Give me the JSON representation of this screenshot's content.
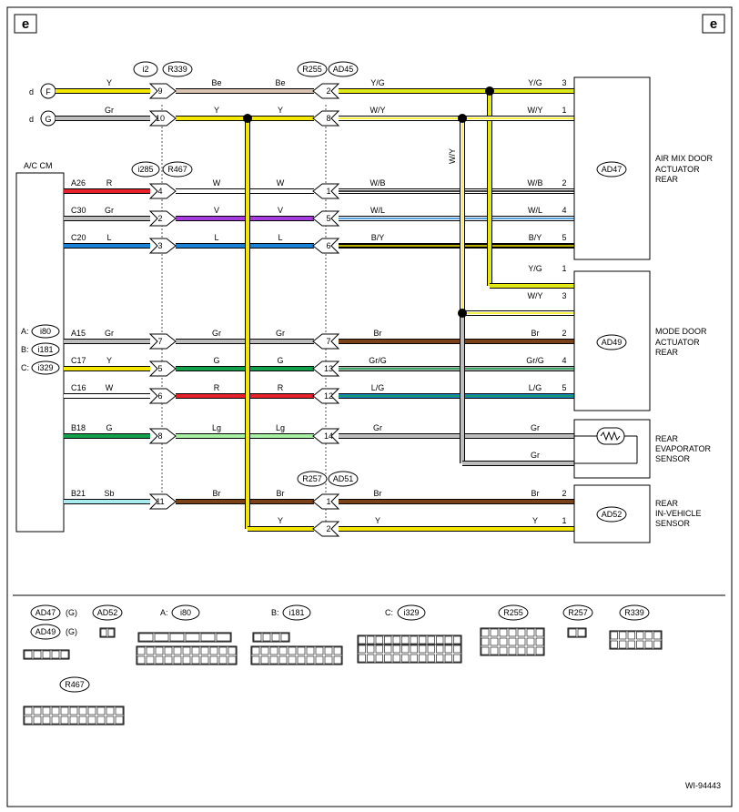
{
  "page": {
    "ref_left": "e",
    "ref_right": "e",
    "figure_id": "WI-94443"
  },
  "acm": {
    "title": "A/C CM",
    "conn_a": "A:",
    "conn_b": "B:",
    "conn_c": "C:",
    "conn_a_id": "i80",
    "conn_b_id": "i181",
    "conn_c_id": "i329"
  },
  "top_inputs": {
    "f_prefix": "d",
    "f_letter": "F",
    "g_prefix": "d",
    "g_letter": "G"
  },
  "connectors": {
    "i2": "i2",
    "r339": "R339",
    "r255": "R255",
    "ad45": "AD45",
    "i285": "i285",
    "r467": "R467",
    "r257": "R257",
    "ad51": "AD51"
  },
  "components": {
    "ad47": {
      "id": "AD47",
      "name_lines": [
        "AIR MIX DOOR",
        "ACTUATOR",
        "REAR"
      ]
    },
    "ad49": {
      "id": "AD49",
      "name_lines": [
        "MODE DOOR",
        "ACTUATOR",
        "REAR"
      ]
    },
    "evap": {
      "name_lines": [
        "REAR",
        "EVAPORATOR",
        "SENSOR"
      ]
    },
    "ad52": {
      "id": "AD52",
      "name_lines": [
        "REAR",
        "IN-VEHICLE",
        "SENSOR"
      ]
    }
  },
  "vertical_wire_label": "W/Y",
  "colors": {
    "Y": "#f5e800",
    "Be": "#d8c4b0",
    "Gr": "#bdbdbd",
    "R": "#e8212b",
    "W": "#ffffff",
    "V": "#a63ce0",
    "L": "#1a82d6",
    "G": "#12a04a",
    "Lg": "#a6f0a2",
    "Br": "#7a4216",
    "Sb": "#a8ecf0",
    "YG": "#c8ec2a",
    "B": "#000000",
    "LG": "#1aa6d8"
  },
  "rows": [
    {
      "key": "f",
      "cm_pin": "",
      "cm_lbl": "Y",
      "pin1": "9",
      "mid1": "Be",
      "mid2": "Be",
      "pin2": "2",
      "rlbl1": "Y/G",
      "rlbl2": "Y/G",
      "term": "3"
    },
    {
      "key": "g",
      "cm_pin": "",
      "cm_lbl": "Gr",
      "pin1": "10",
      "mid1": "Y",
      "mid2": "Y",
      "pin2": "8",
      "rlbl1": "W/Y",
      "rlbl2": "W/Y",
      "term": "1"
    },
    {
      "key": "a26",
      "cm_pin": "A26",
      "cm_lbl": "R",
      "pin1": "4",
      "mid1": "W",
      "mid2": "W",
      "pin2": "1",
      "rlbl1": "W/B",
      "rlbl2": "W/B",
      "term": "2"
    },
    {
      "key": "c30",
      "cm_pin": "C30",
      "cm_lbl": "Gr",
      "pin1": "2",
      "mid1": "V",
      "mid2": "V",
      "pin2": "5",
      "rlbl1": "W/L",
      "rlbl2": "W/L",
      "term": "4"
    },
    {
      "key": "c20",
      "cm_pin": "C20",
      "cm_lbl": "L",
      "pin1": "3",
      "mid1": "L",
      "mid2": "L",
      "pin2": "6",
      "rlbl1": "B/Y",
      "rlbl2": "B/Y",
      "term": "5"
    },
    {
      "key": "ad49yg",
      "cm_pin": "",
      "cm_lbl": "",
      "pin1": "",
      "mid1": "",
      "mid2": "",
      "pin2": "",
      "rlbl1": "",
      "rlbl2": "Y/G",
      "term": "1"
    },
    {
      "key": "ad49wy",
      "cm_pin": "",
      "cm_lbl": "",
      "pin1": "",
      "mid1": "",
      "mid2": "",
      "pin2": "",
      "rlbl1": "",
      "rlbl2": "W/Y",
      "term": "3"
    },
    {
      "key": "a15",
      "cm_pin": "A15",
      "cm_lbl": "Gr",
      "pin1": "7",
      "mid1": "Gr",
      "mid2": "Gr",
      "pin2": "7",
      "rlbl1": "Br",
      "rlbl2": "Br",
      "term": "2"
    },
    {
      "key": "c17",
      "cm_pin": "C17",
      "cm_lbl": "Y",
      "pin1": "5",
      "mid1": "G",
      "mid2": "G",
      "pin2": "13",
      "rlbl1": "Gr/G",
      "rlbl2": "Gr/G",
      "term": "4"
    },
    {
      "key": "c16",
      "cm_pin": "C16",
      "cm_lbl": "W",
      "pin1": "6",
      "mid1": "R",
      "mid2": "R",
      "pin2": "12",
      "rlbl1": "L/G",
      "rlbl2": "L/G",
      "term": "5"
    },
    {
      "key": "b18",
      "cm_pin": "B18",
      "cm_lbl": "G",
      "pin1": "8",
      "mid1": "Lg",
      "mid2": "Lg",
      "pin2": "14",
      "rlbl1": "Gr",
      "rlbl2": "Gr",
      "term": ""
    },
    {
      "key": "evap2",
      "cm_pin": "",
      "cm_lbl": "",
      "pin1": "",
      "mid1": "",
      "mid2": "",
      "pin2": "",
      "rlbl1": "",
      "rlbl2": "Gr",
      "term": ""
    },
    {
      "key": "b21",
      "cm_pin": "B21",
      "cm_lbl": "Sb",
      "pin1": "11",
      "mid1": "Br",
      "mid2": "Br",
      "pin2": "1",
      "rlbl1": "Br",
      "rlbl2": "Br",
      "term": "2"
    },
    {
      "key": "ad52y",
      "cm_pin": "",
      "cm_lbl": "",
      "pin1": "",
      "mid1": "Y",
      "mid2": "",
      "pin2": "2",
      "rlbl1": "Y",
      "rlbl2": "Y",
      "term": "1"
    }
  ],
  "legend": {
    "ad47": "AD47",
    "ad49": "AD49",
    "g_note": "(G)",
    "ad52": "AD52",
    "a_prefix": "A:",
    "i80": "i80",
    "b_prefix": "B:",
    "i181": "i181",
    "c_prefix": "C:",
    "i329": "i329",
    "r255": "R255",
    "r257": "R257",
    "r339": "R339",
    "r467": "R467"
  }
}
